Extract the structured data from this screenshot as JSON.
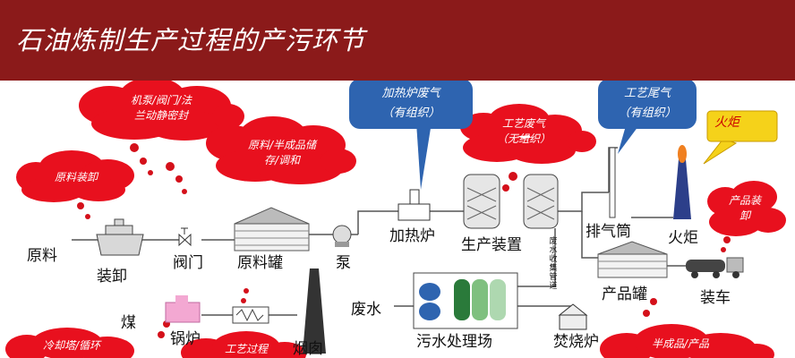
{
  "title": "石油炼制生产过程的产污环节",
  "equipment": {
    "crude": "原料",
    "unload": "装卸",
    "valve": "阀门",
    "crude_tank": "原料罐",
    "pump": "泵",
    "furnace": "加热炉",
    "production_unit": "生产装置",
    "exhaust_stack": "排气筒",
    "flare": "火炬",
    "product_tank": "产品罐",
    "truck_load": "装车",
    "wastewater": "废水",
    "treatment_plant": "污水处理场",
    "incinerator": "焚烧炉",
    "coal": "煤",
    "boiler": "锅炉",
    "chimney": "烟囱",
    "collection_pipe": "废水收集管道"
  },
  "bubbles": {
    "seals": [
      "机泵/阀门/法",
      "兰动静密封"
    ],
    "storage": [
      "原料/半成品储",
      "存/调和"
    ],
    "unloading": [
      "原料装卸"
    ],
    "process_gas": [
      "工艺废气",
      "（无组织）"
    ],
    "product_unload": [
      "产品装",
      "卸"
    ],
    "cooling": [
      "冷却塔/循环"
    ],
    "process2": [
      "工艺过程"
    ],
    "semi_product": [
      "半成品/产品"
    ]
  },
  "callouts": {
    "furnace_gas": [
      "加热炉废气",
      "（有组织）"
    ],
    "process_exhaust": [
      "工艺尾气",
      "（有组织）"
    ],
    "flare": "火炬"
  },
  "colors": {
    "banner": "#8b1a1a",
    "bubble": "#e8101e",
    "callout": "#2e64b0",
    "flare_callout": "#f5d21a"
  }
}
